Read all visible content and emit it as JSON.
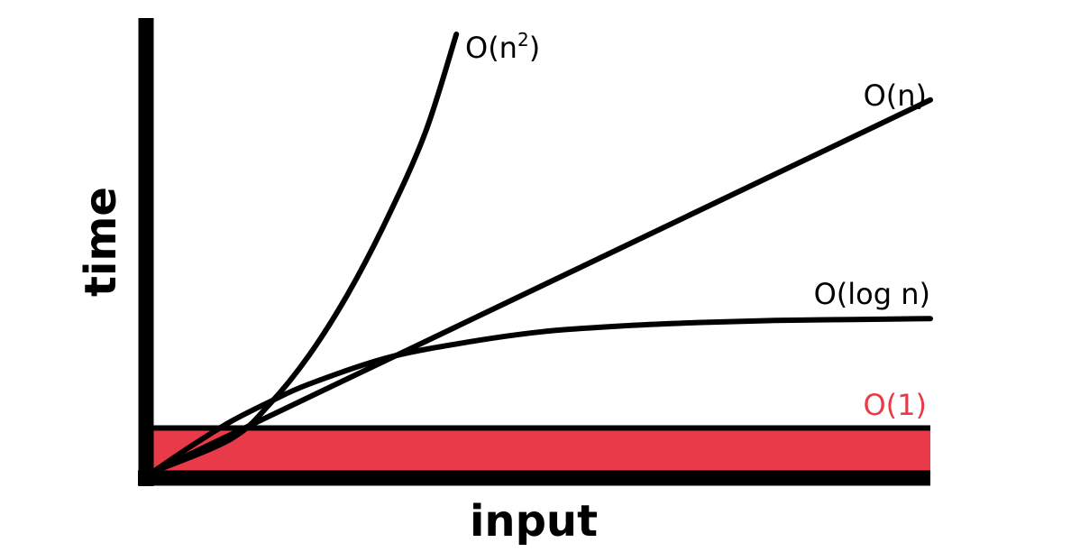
{
  "chart_data": {
    "type": "line",
    "title": "",
    "xlabel": "input",
    "ylabel": "time",
    "grid": false,
    "legend": "none",
    "axis_color": "#000000",
    "series": [
      {
        "name": "O(1)",
        "label": "O(1)",
        "color": "#e83a48",
        "x": [
          0,
          10
        ],
        "y": [
          1,
          1
        ],
        "shaded_band": true
      },
      {
        "name": "O(log n)",
        "label": "O(log n)",
        "color": "#000000",
        "x": [
          0,
          0.5,
          1,
          1.5,
          2,
          3,
          4,
          5,
          6,
          7,
          8,
          9,
          10
        ],
        "y": [
          0,
          0.6,
          1.15,
          1.6,
          2.0,
          2.6,
          2.95,
          3.2,
          3.33,
          3.41,
          3.46,
          3.48,
          3.5
        ]
      },
      {
        "name": "O(n)",
        "label": "O(n)",
        "color": "#000000",
        "x": [
          0,
          10
        ],
        "y": [
          0,
          8.5
        ]
      },
      {
        "name": "O(n²)",
        "label": "O(n",
        "label_sup": "2",
        "label_close": ")",
        "color": "#000000",
        "x": [
          0,
          1,
          1.5,
          2,
          2.5,
          3,
          3.5,
          3.9
        ],
        "y": [
          0,
          0.75,
          1.55,
          2.65,
          4.05,
          5.75,
          7.75,
          10.0
        ]
      }
    ],
    "xlim": [
      0,
      10
    ],
    "ylim": [
      0,
      10
    ]
  }
}
